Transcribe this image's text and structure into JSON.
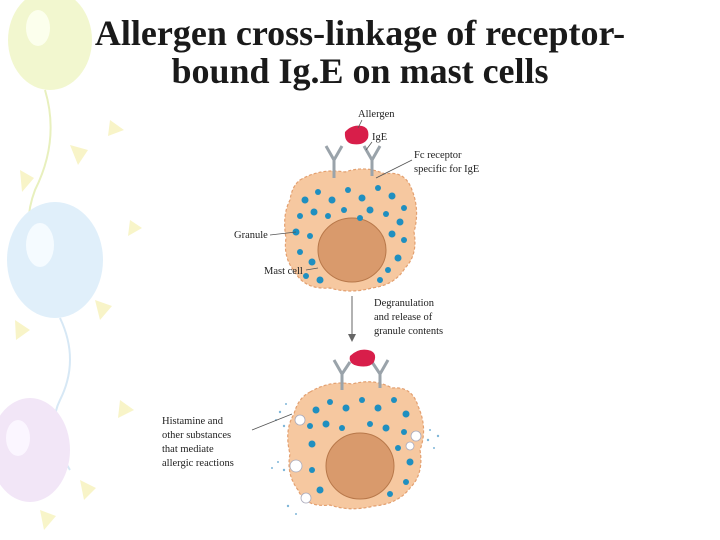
{
  "slide": {
    "title_line1": "Allergen cross-linkage of receptor-",
    "title_line2": "bound Ig.E on mast cells"
  },
  "diagram": {
    "labels": {
      "allergen": "Allergen",
      "ige": "IgE",
      "fc_receptor_1": "Fc receptor",
      "fc_receptor_2": "specific for IgE",
      "granule": "Granule",
      "mast_cell": "Mast cell",
      "degranulation_1": "Degranulation",
      "degranulation_2": "and release of",
      "degranulation_3": "granule contents",
      "histamine_1": "Histamine and",
      "histamine_2": "other substances",
      "histamine_3": "that mediate",
      "histamine_4": "allergic reactions"
    },
    "colors": {
      "cell": "#f6c8a0",
      "nucleus": "#d99a6c",
      "granule": "#1f8fc0",
      "allergen": "#d81e4a",
      "antibody": "#9aa3aa"
    }
  }
}
